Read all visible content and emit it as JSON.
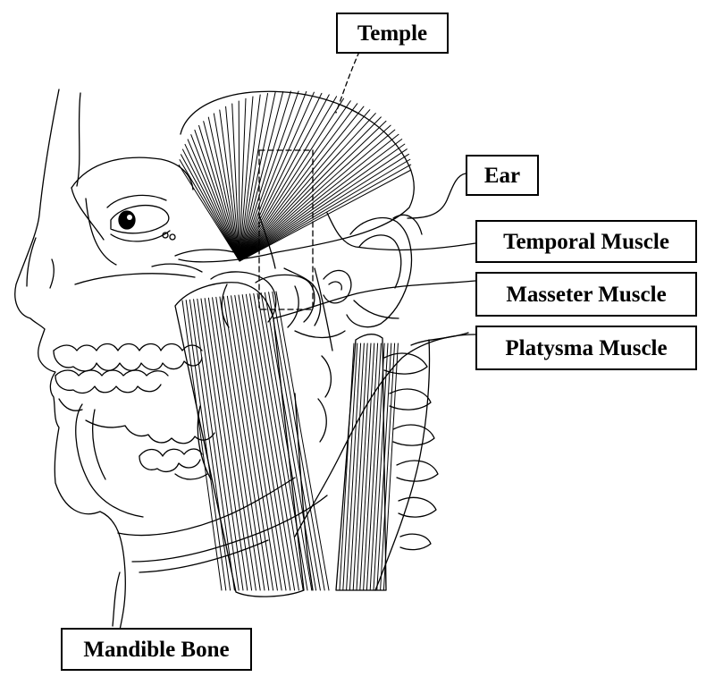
{
  "labels": {
    "temple": "Temple",
    "ear": "Ear",
    "temporal_muscle": "Temporal Muscle",
    "masseter_muscle": "Masseter Muscle",
    "platysma_muscle": "Platysma Muscle",
    "mandible_bone": "Mandible Bone"
  },
  "colors": {
    "line": "#000000",
    "background": "#ffffff"
  }
}
